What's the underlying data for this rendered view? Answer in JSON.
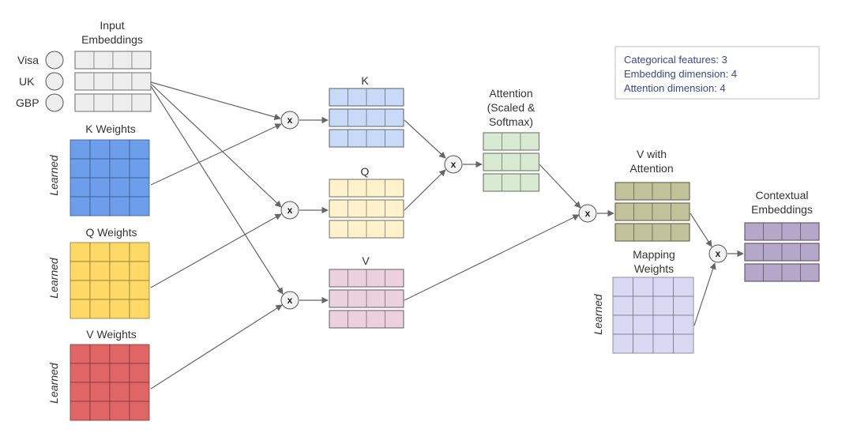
{
  "info_box": {
    "lines": [
      "Categorical features: 3",
      "Embedding dimension: 4",
      "Attention dimension: 4"
    ]
  },
  "inputs": {
    "title_line1": "Input",
    "title_line2": "Embeddings",
    "features": [
      "Visa",
      "UK",
      "GBP"
    ]
  },
  "weights": {
    "k_title": "K Weights",
    "q_title": "Q Weights",
    "v_title": "V Weights",
    "mapping_line1": "Mapping",
    "mapping_line2": "Weights",
    "learned_label": "Learned"
  },
  "matrices": {
    "k": "K",
    "q": "Q",
    "v": "V",
    "attention_line1": "Attention",
    "attention_line2": "(Scaled &",
    "attention_line3": "Softmax)",
    "v_attention_line1": "V with",
    "v_attention_line2": "Attention",
    "contextual_line1": "Contextual",
    "contextual_line2": "Embeddings"
  },
  "operator_symbol": "x",
  "colors": {
    "input": "#eeeeee",
    "k_weights": "#6d9eeb",
    "q_weights": "#ffd966",
    "v_weights": "#e06666",
    "k_matrix": "#c9daf8",
    "q_matrix": "#fff2cc",
    "v_matrix": "#ead1dc",
    "attention": "#d9ead3",
    "v_with_attention": "#c2c29a",
    "mapping_weights": "#d9d9f3",
    "contextual": "#b4a7c9"
  }
}
